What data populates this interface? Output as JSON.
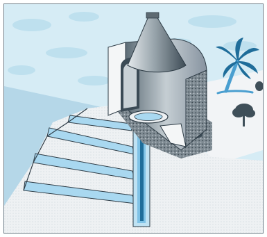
{
  "scene": {
    "subject": "",
    "colors": {
      "sky": "#d6ecf5",
      "sky_spot": "#bcdfee",
      "water": "#7fc2e6",
      "shaft": "#a9d8f0",
      "ground": "#f2f4f6",
      "ground_shadow": "#dfe6ea",
      "outline": "#2d3b45",
      "wall_dark": "#3b4a55",
      "wall_mid": "#7f8b93",
      "wall_light": "#c9d1d6",
      "palm": "#1f6d9a",
      "palm_trunk": "#4a9fd0",
      "bush": "#3f4f59",
      "gravel": "#5e6a72"
    },
    "icons": [
      "dome-building",
      "palm-tree",
      "bush",
      "staircase",
      "water-shaft"
    ]
  }
}
